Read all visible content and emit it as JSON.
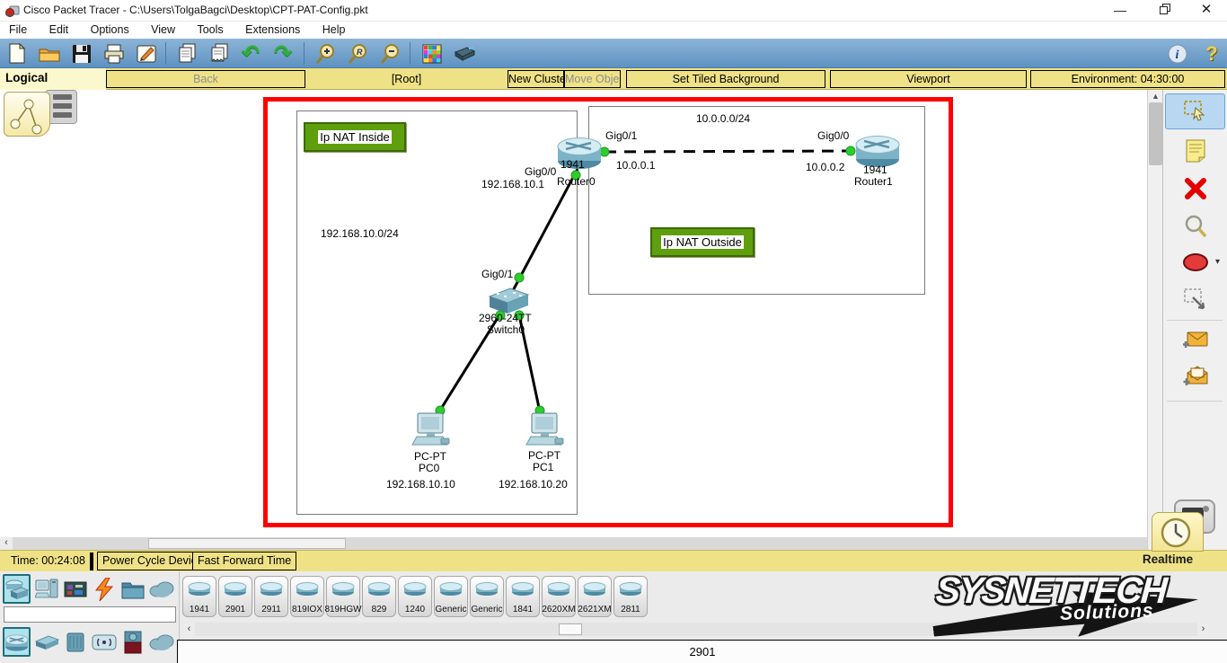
{
  "window": {
    "title": "Cisco Packet Tracer - C:\\Users\\TolgaBagci\\Desktop\\CPT-PAT-Config.pkt"
  },
  "menu": {
    "items": [
      "File",
      "Edit",
      "Options",
      "View",
      "Tools",
      "Extensions",
      "Help"
    ]
  },
  "nav": {
    "workspace": "Logical",
    "back": "Back",
    "root": "[Root]",
    "new_cluster": "New Cluster",
    "move_object": "Move Object",
    "set_tiled_background": "Set Tiled Background",
    "viewport": "Viewport",
    "environment": "Environment: 04:30:00"
  },
  "topology": {
    "annotations": {
      "nat_inside": "Ip NAT Inside",
      "nat_outside": "Ip NAT Outside",
      "outside_subnet": "10.0.0.0/24",
      "inside_subnet": "192.168.10.0/24"
    },
    "router0": {
      "model": "1941",
      "name": "Router0",
      "wan_if": "Gig0/1",
      "wan_ip": "10.0.0.1",
      "lan_if": "Gig0/0",
      "lan_ip": "192.168.10.1"
    },
    "router1": {
      "model": "1941",
      "name": "Router1",
      "wan_if": "Gig0/0",
      "wan_ip": "10.0.0.2"
    },
    "switch0": {
      "model": "2960-24TT",
      "name": "Switch0",
      "uplink_if": "Gig0/1"
    },
    "pc0": {
      "model": "PC-PT",
      "name": "PC0",
      "ip": "192.168.10.10"
    },
    "pc1": {
      "model": "PC-PT",
      "name": "PC1",
      "ip": "192.168.10.20"
    }
  },
  "timebar": {
    "time": "Time: 00:24:08",
    "power_cycle": "Power Cycle Devices",
    "fast_forward": "Fast Forward Time",
    "mode": "Realtime"
  },
  "device_list": {
    "items": [
      "1941",
      "2901",
      "2911",
      "819IOX",
      "819HGW",
      "829",
      "1240",
      "Generic",
      "Generic",
      "1841",
      "2620XM",
      "2621XM",
      "2811"
    ]
  },
  "status": {
    "selected_device": "2901"
  },
  "brand": {
    "name": "SYSNETTECH",
    "tagline": "Solutions"
  },
  "colors": {
    "selection_red": "#ff0000",
    "annotation_green": "#5f9e0c",
    "link_dot_green": "#2ecc2e",
    "toolbar_blue": "#6699cc",
    "bar_yellow": "#efe286"
  }
}
